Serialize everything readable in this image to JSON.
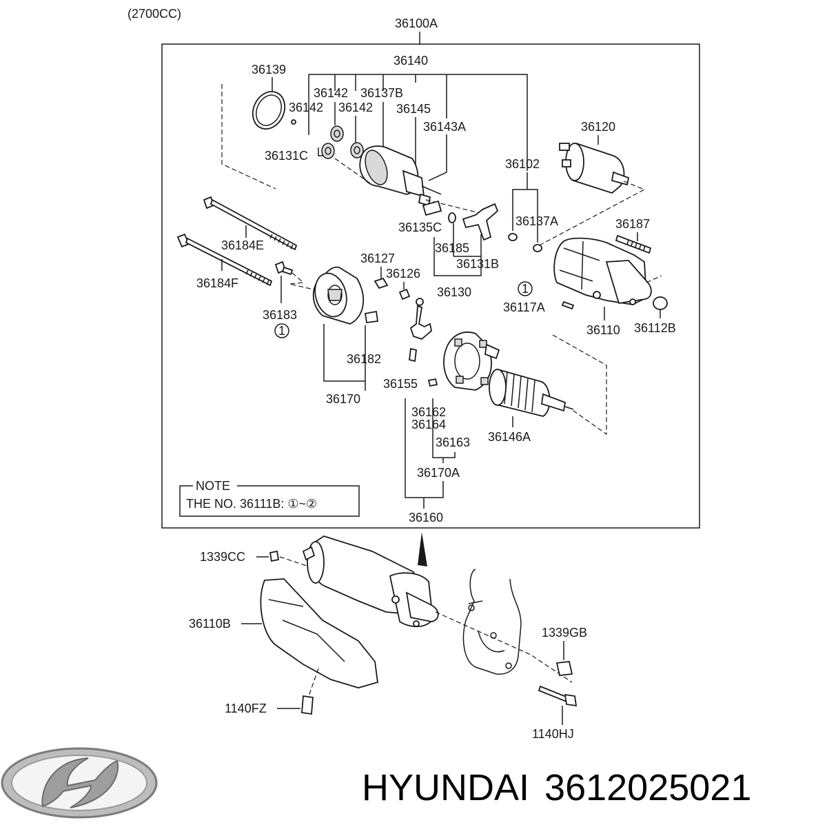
{
  "diagram": {
    "header_note": "(2700CC)",
    "assembly_label": "36100A",
    "note_box": {
      "title": "NOTE",
      "text": "THE NO. 36111B: ①~②"
    },
    "circle_markers": [
      "1",
      "1"
    ],
    "part_labels": {
      "p36140": "36140",
      "p36139": "36139",
      "p36142a": "36142",
      "p36137B": "36137B",
      "p36142b": "36142",
      "p36142c": "36142",
      "p36145": "36145",
      "p36143A": "36143A",
      "p36131C": "36131C",
      "p36120": "36120",
      "p36102": "36102",
      "p36137A": "36137A",
      "p36135C": "36135C",
      "p36187": "36187",
      "p36184E": "36184E",
      "p36185": "36185",
      "p36131B": "36131B",
      "p36127": "36127",
      "p36126": "36126",
      "p36184F": "36184F",
      "p36130": "36130",
      "p36117A": "36117A",
      "p36183": "36183",
      "p36110": "36110",
      "p36112B": "36112B",
      "p36182": "36182",
      "p36155": "36155",
      "p36170": "36170",
      "p36162": "36162",
      "p36164": "36164",
      "p36146A": "36146A",
      "p36163": "36163",
      "p36170A": "36170A",
      "p36160": "36160",
      "p1339CC": "1339CC",
      "p36110B": "36110B",
      "p1339GB": "1339GB",
      "p1140FZ": "1140FZ",
      "p1140HJ": "1140HJ"
    }
  },
  "footer": {
    "brand": "HYUNDAI",
    "part_number": "3612025021",
    "logo": "hyundai-logo-icon"
  }
}
